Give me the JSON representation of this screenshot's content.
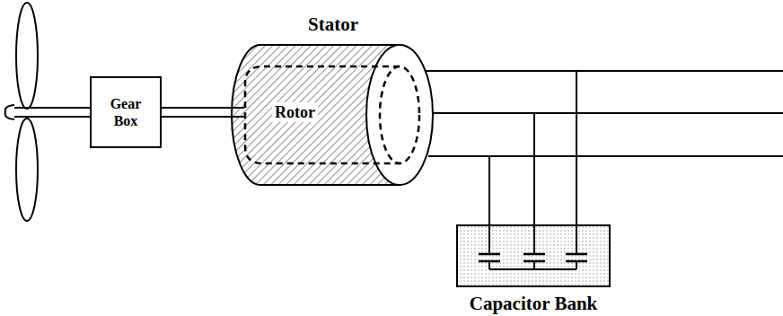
{
  "diagram": {
    "nodes": [
      {
        "text": [
          "Gear Box"
        ]
      },
      {
        "text": [
          "Stator"
        ]
      },
      {
        "text": [
          "Rotor"
        ],
        "in": 1
      },
      {
        "text": [
          "Capacitor Bank"
        ]
      }
    ],
    "edges": [
      {
        "from": 0,
        "to": 2,
        "arrow": "none"
      },
      {
        "from": 1,
        "to": 3,
        "arrow": "none"
      }
    ]
  }
}
